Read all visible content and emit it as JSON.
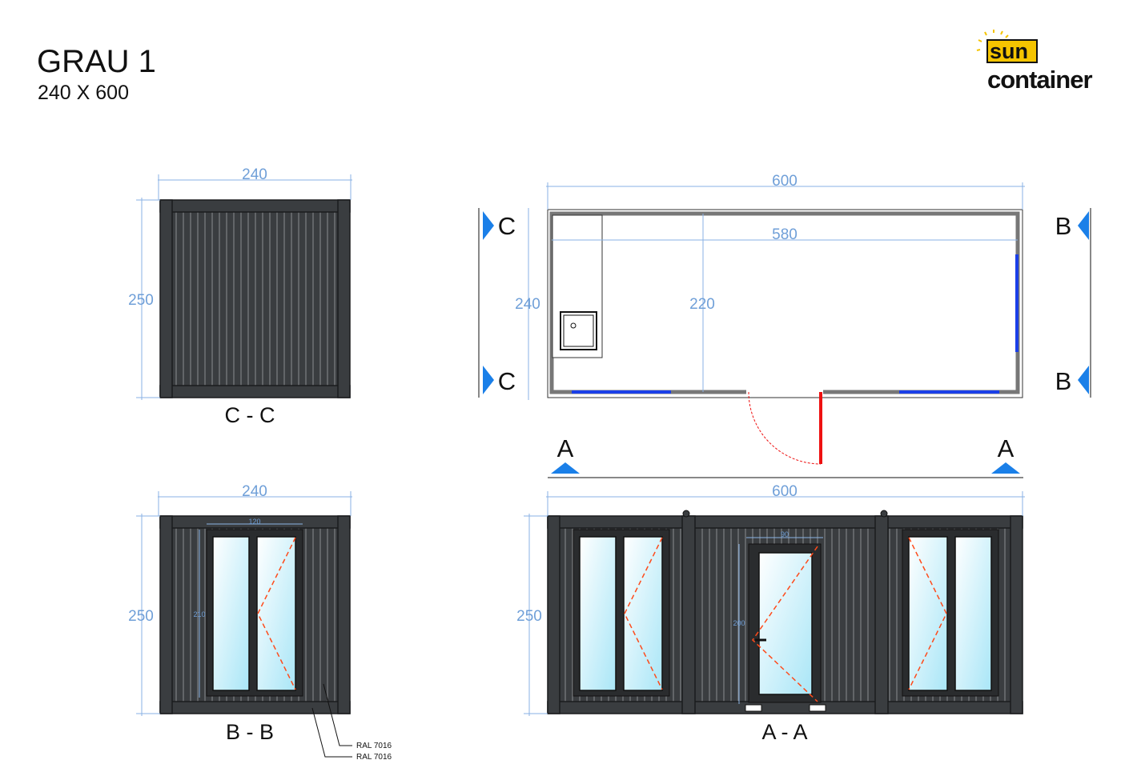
{
  "header": {
    "title": "GRAU 1",
    "subtitle": "240 X 600"
  },
  "logo": {
    "line1": "sun",
    "line2": "container"
  },
  "views": {
    "cc": {
      "label": "C - C",
      "width": "240",
      "height": "250"
    },
    "bb": {
      "label": "B - B",
      "width": "240",
      "height": "250",
      "window_width": "120",
      "window_height": "210"
    },
    "plan": {
      "length": "600",
      "inner_length": "580",
      "width": "240",
      "inner_width": "220",
      "marker_c": "C",
      "marker_b": "B",
      "marker_a": "A"
    },
    "aa": {
      "label": "A - A",
      "length": "600",
      "height": "250",
      "door_width": "90",
      "door_height": "200"
    }
  },
  "notes": [
    "RAL 7016",
    "RAL 7016"
  ],
  "colors": {
    "wall": "#3a3d40",
    "dimension": "#6f9fd8",
    "marker": "#1a7fe8",
    "swing": "#ff4a1a",
    "logo_yellow": "#f5c400"
  }
}
